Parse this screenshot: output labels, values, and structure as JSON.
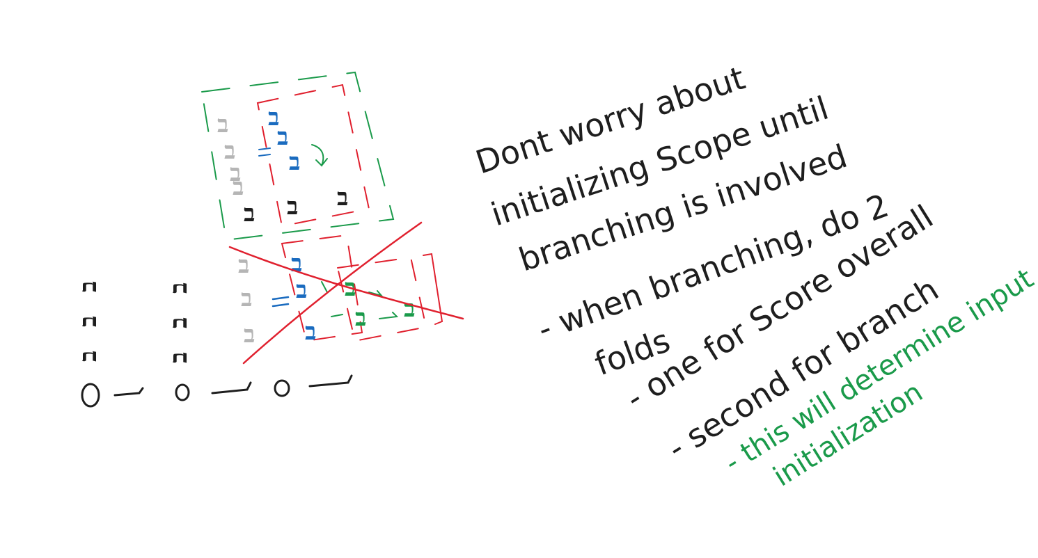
{
  "notes": {
    "line1": "Dont worry about",
    "line2": "initializing Scope until",
    "line3": "branching is involved",
    "line4": "- when branching, do 2",
    "line5": "folds",
    "line6": "- one for Score overall",
    "line7": "- second for branch",
    "line8": "- this will determine input",
    "line9": "initialization"
  },
  "glyph_char": "ב",
  "colors": {
    "ink": "#1e1e1e",
    "gray": "#b5b5b5",
    "blue": "#1a6bbf",
    "green": "#1a9a4a",
    "red": "#e0202e"
  }
}
